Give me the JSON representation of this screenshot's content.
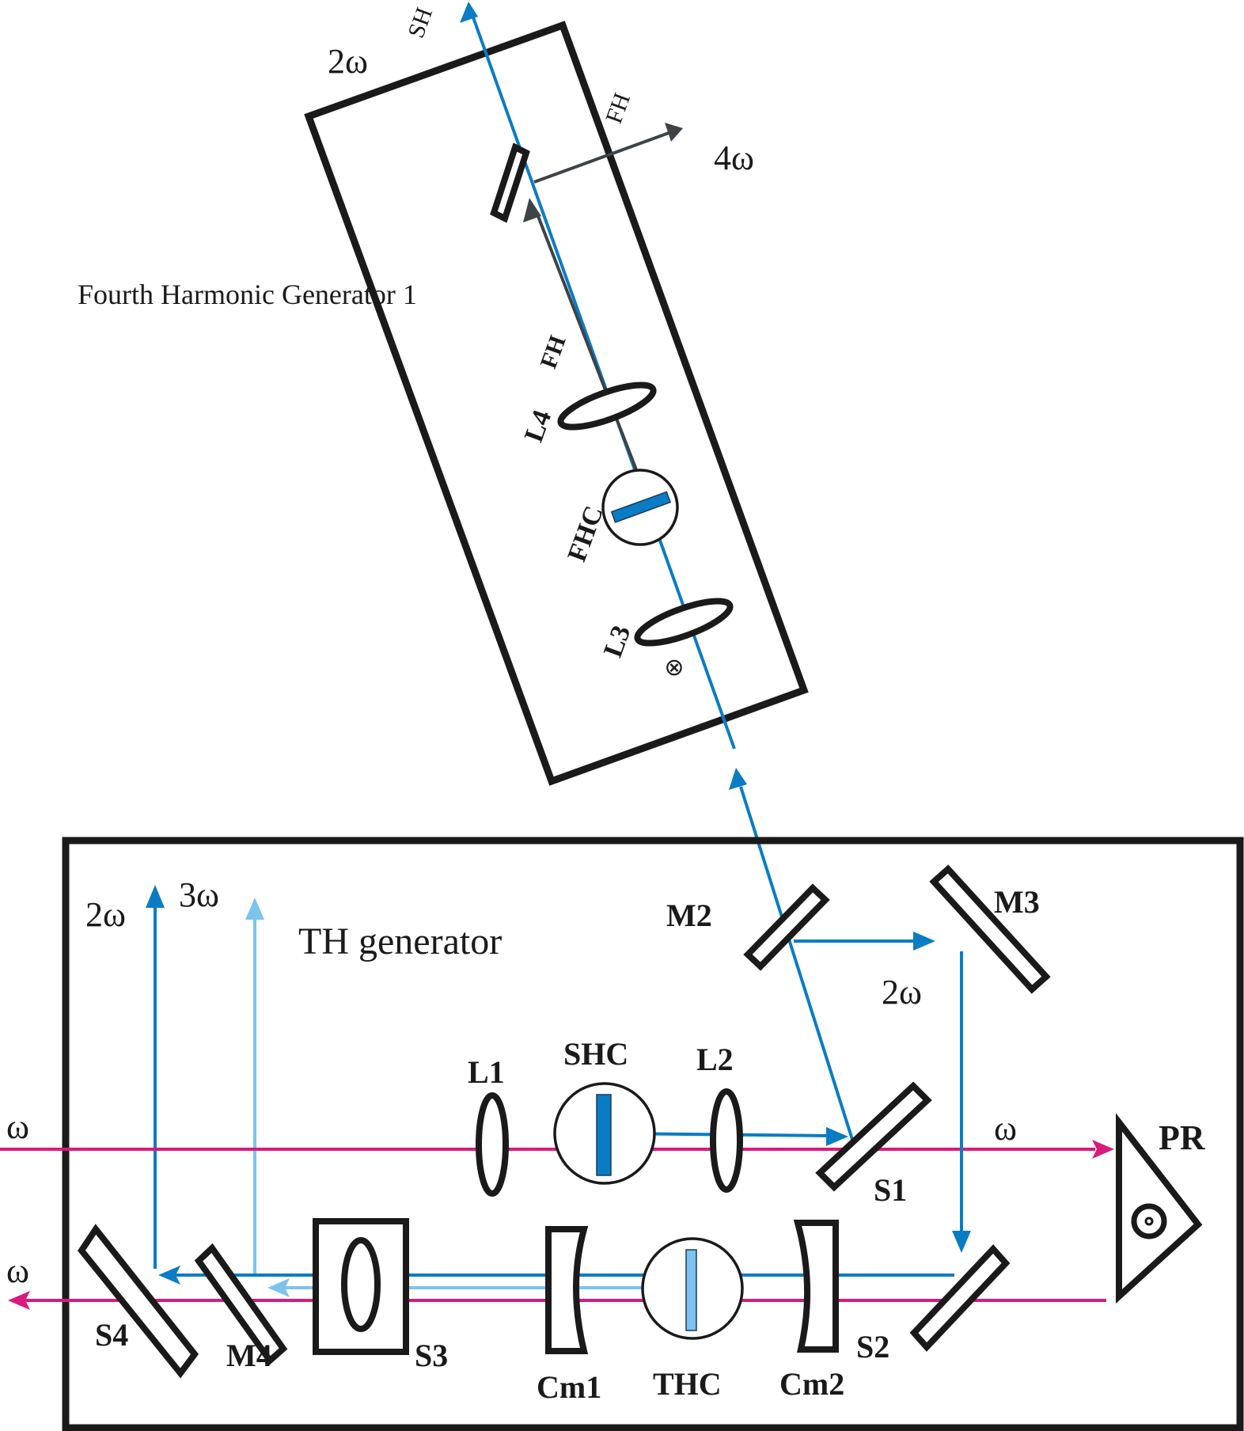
{
  "colors": {
    "fundamental": "#d81b7e",
    "second_harmonic": "#0a7cc4",
    "third_harmonic": "#7cc4ee",
    "fourth_harmonic": "#3d4347"
  },
  "fhg": {
    "title": "Fourth Harmonic Generator 1",
    "input_label": "2ω",
    "output_label": "4ω",
    "sh_label": "SH",
    "fh_out_label": "FH",
    "fh_beam_label": "FH",
    "l3": "L3",
    "fhc": "FHC",
    "l4": "L4",
    "polarization_symbol": "⊗"
  },
  "thg": {
    "title": "TH generator",
    "out_2w": "2ω",
    "out_3w": "3ω",
    "in_w": "ω",
    "out_w": "ω",
    "mid_w": "ω",
    "mid_2w": "2ω",
    "components": {
      "l1": "L1",
      "shc": "SHC",
      "l2": "L2",
      "m2": "M2",
      "m3": "M3",
      "s1": "S1",
      "s2": "S2",
      "s3": "S3",
      "s4": "S4",
      "m4": "M4",
      "cm1": "Cm1",
      "thc": "THC",
      "cm2": "Cm2",
      "pr": "PR"
    }
  }
}
